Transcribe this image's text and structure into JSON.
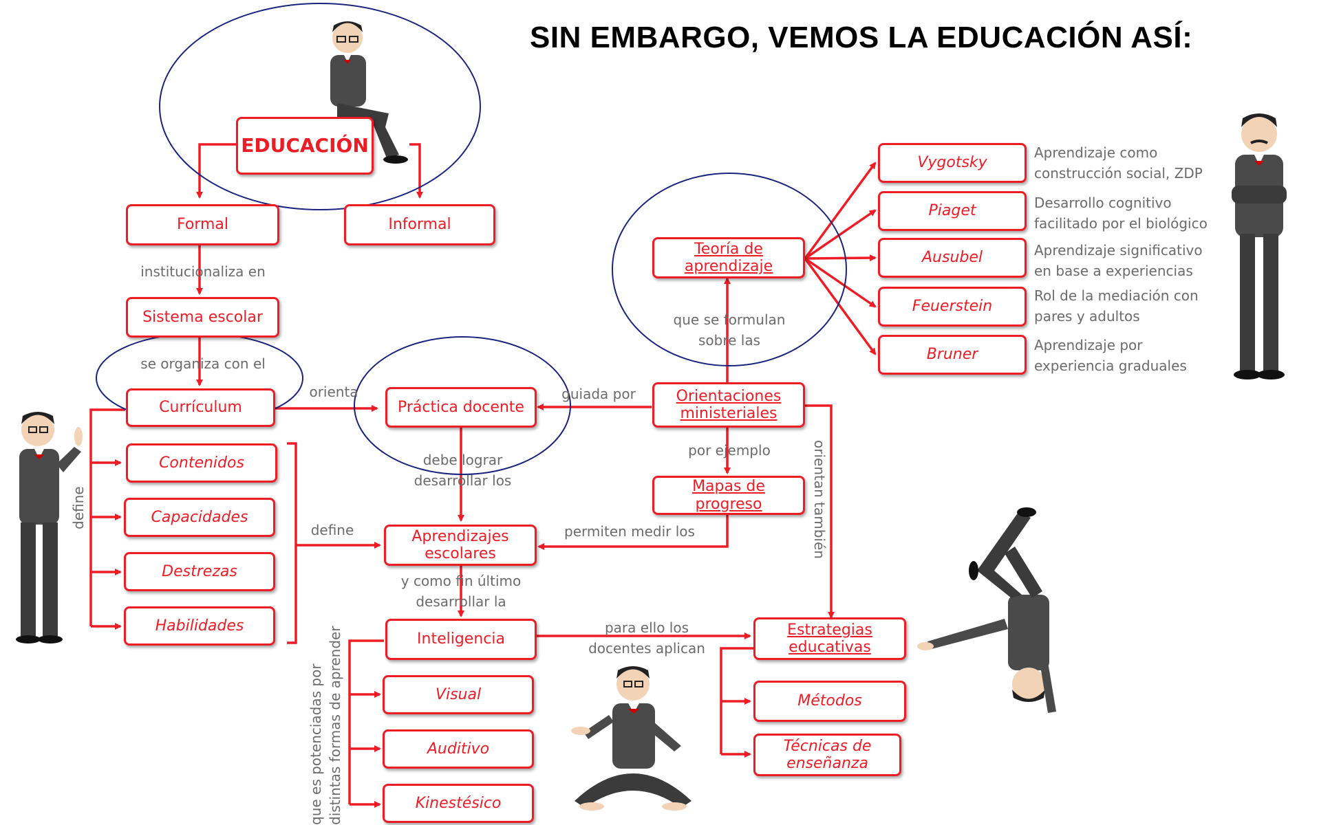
{
  "title": "SIN EMBARGO, VEMOS LA EDUCACIÓN ASÍ:",
  "nodes": {
    "educacion": "EDUCACIÓN",
    "formal": "Formal",
    "informal": "Informal",
    "sistema_escolar": "Sistema escolar",
    "curriculum": "Currículum",
    "contenidos": "Contenidos",
    "capacidades": "Capacidades",
    "destrezas": "Destrezas",
    "habilidades": "Habilidades",
    "practica_docente": "Práctica docente",
    "aprendizajes_escolares": "Aprendizajes escolares",
    "inteligencia": "Inteligencia",
    "visual": "Visual",
    "auditivo": "Auditivo",
    "kinestesico": "Kinestésico",
    "teoria_aprendizaje": "Teoría de aprendizaje",
    "orientaciones_ministeriales": "Orientaciones ministeriales",
    "mapas_progreso": "Mapas de progreso",
    "estrategias_educativas": "Estrategias educativas",
    "metodos": "Métodos",
    "tecnicas_ensenanza": "Técnicas de enseñanza",
    "vygotsky": "Vygotsky",
    "piaget": "Piaget",
    "ausubel": "Ausubel",
    "feuerstein": "Feuerstein",
    "bruner": "Bruner"
  },
  "links": {
    "institucionaliza_en": "institucionaliza  en",
    "se_organiza": "se organiza con el",
    "orienta": "orienta",
    "guiada_por": "guiada por",
    "debe_lograr": "debe lograr\ndesarrollar los",
    "define_h": "define",
    "define_v": "define",
    "permiten_medir": "permiten medir los",
    "por_ejemplo": "por ejemplo",
    "que_se_formulan": "que se formulan\nsobre las",
    "orientan_tambien": "orientan también",
    "y_como_fin": "y como fin último\ndesarrollar la",
    "para_ello": "para ello los\ndocentes aplican",
    "potenciadas": "que es potenciadas por\ndistintas formas de aprender"
  },
  "descriptions": {
    "vygotsky": "Aprendizaje como\nconstrucción social,  ZDP",
    "piaget": "Desarrollo cognitivo\nfacilitado  por el biológico",
    "ausubel": "Aprendizaje significativo\nen base a  experiencias",
    "feuerstein": "Rol de la mediación con\npares y adultos",
    "bruner": "Aprendizaje por\nexperiencia graduales"
  },
  "colors": {
    "node": "#ee1c25",
    "link_text": "#6b6b6b",
    "ellipse": "#1a237e",
    "character_suit": "#4a4a4a"
  },
  "icons": [
    "cartoon-character-icon"
  ]
}
